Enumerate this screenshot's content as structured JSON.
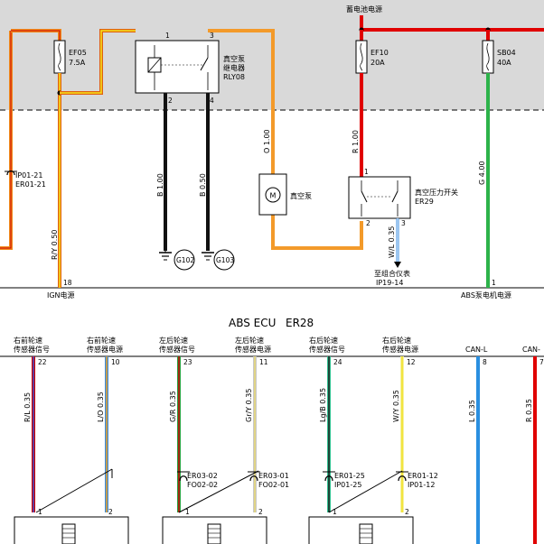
{
  "top": {
    "battery_label": "蓄电池电源",
    "ign_label": "IGN电源",
    "abs_motor_label": "ABS泵电机电源"
  },
  "fuses": {
    "ef05": {
      "name": "EF05",
      "rating": "7.5A"
    },
    "ef10": {
      "name": "EF10",
      "rating": "20A"
    },
    "sb04": {
      "name": "SB04",
      "rating": "40A"
    }
  },
  "relay": {
    "line1": "真空泵",
    "line2": "继电器",
    "code": "RLY08",
    "pin1": "1",
    "pin2": "2",
    "pin3": "3",
    "pin4": "4"
  },
  "pump": {
    "label": "真空泵",
    "motor_letter": "M"
  },
  "pressure_switch": {
    "label": "真空压力开关",
    "code": "ER29",
    "pin1": "1",
    "pin2": "2",
    "pin3": "3"
  },
  "connectors": {
    "ip01_21": "IP01-21",
    "er01_21": "ER01-21",
    "to_cluster": "至组合仪表",
    "ip19_14": "IP19-14"
  },
  "wires": {
    "ry_050": "R/Y 0.50",
    "b_100": "B 1.00",
    "b_050": "B 0.50",
    "o_100": "O 1.00",
    "r_100": "R 1.00",
    "g_400": "G 4.00",
    "wl_035": "W/L 0.35"
  },
  "grounds": {
    "g102": "G102",
    "g103": "G103"
  },
  "pins": {
    "ign_pin": "18",
    "abs_pin": "1"
  },
  "ecu": {
    "title": "ABS ECU",
    "code": "ER28"
  },
  "sensors": [
    {
      "label1": "右前轮速",
      "label2": "传感器信号",
      "pin": "22",
      "wire": "R/L 0.35",
      "colors": [
        "#cc0000",
        "#3a55d4"
      ]
    },
    {
      "label1": "右前轮速",
      "label2": "传感器电源",
      "pin": "10",
      "wire": "L/O 0.35",
      "colors": [
        "#3a8de0",
        "#f0a020"
      ]
    },
    {
      "label1": "左后轮速",
      "label2": "传感器信号",
      "pin": "23",
      "wire": "G/R 0.35",
      "colors": [
        "#2aa040",
        "#cc0000"
      ]
    },
    {
      "label1": "左后轮速",
      "label2": "传感器电源",
      "pin": "11",
      "wire": "Gr/Y 0.35",
      "colors": [
        "#c8c8c8",
        "#e8d870"
      ]
    },
    {
      "label1": "右后轮速",
      "label2": "传感器信号",
      "pin": "24",
      "wire": "Lg/B 0.35",
      "colors": [
        "#30c090",
        "#1a1a1a"
      ]
    },
    {
      "label1": "右后轮速",
      "label2": "传感器电源",
      "pin": "12",
      "wire": "W/Y 0.35",
      "colors": [
        "#f6f2a0",
        "#f0e020"
      ]
    }
  ],
  "can": [
    {
      "label": "CAN-L",
      "pin": "8",
      "wire": "L 0.35",
      "color": "#2a8fe0"
    },
    {
      "label": "CAN-",
      "pin": "7",
      "wire": "R 0.35",
      "color": "#e00000"
    }
  ],
  "sensor_connectors": {
    "er03_02": "ER03-02",
    "fo02_02": "FO02-02",
    "er03_01": "ER03-01",
    "fo02_01": "FO02-01",
    "er01_25": "ER01-25",
    "ip01_25": "IP01-25",
    "er01_12": "ER01-12",
    "ip01_12": "IP01-12"
  },
  "sensor_pins": {
    "p1": "1",
    "p2": "2"
  }
}
